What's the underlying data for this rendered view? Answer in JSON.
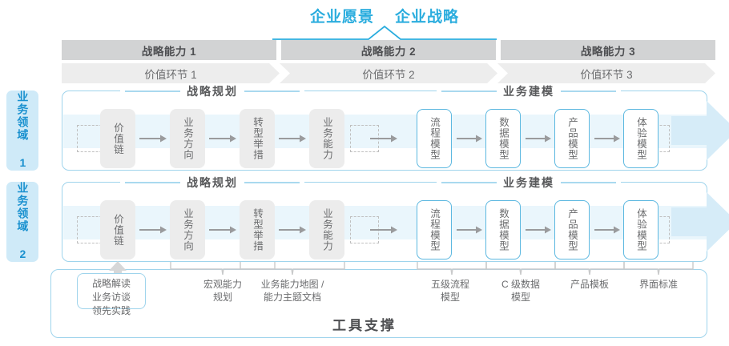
{
  "header": {
    "titles": [
      "企业愿景",
      "企业战略"
    ],
    "accent_color": "#2badde"
  },
  "capabilities": [
    {
      "label": "战略能力 1"
    },
    {
      "label": "战略能力 2"
    },
    {
      "label": "战略能力 3"
    }
  ],
  "value_segments": [
    {
      "label": "价值环节 1"
    },
    {
      "label": "价值环节 2"
    },
    {
      "label": "价值环节 3"
    }
  ],
  "domains": [
    {
      "label": "业务领域 1"
    },
    {
      "label": "业务领域 2"
    }
  ],
  "sections": [
    {
      "label": "战略规划"
    },
    {
      "label": "业务建模"
    }
  ],
  "nodes": {
    "planning": [
      "价值链",
      "业务方向",
      "转型举措",
      "业务能力"
    ],
    "modeling": [
      "流程模型",
      "数据模型",
      "产品模型",
      "体验模型"
    ]
  },
  "tools": {
    "note": "战略解读\n业务访谈\n领先实践",
    "note_lines": [
      "战略解读",
      "业务访谈",
      "领先实践"
    ],
    "labels": [
      {
        "lines": [
          "宏观能力",
          "规划"
        ]
      },
      {
        "lines": [
          "业务能力地图 /",
          "能力主题文档"
        ]
      },
      {
        "lines": [
          "五级流程",
          "模型"
        ]
      },
      {
        "lines": [
          "C 级数据",
          "模型"
        ]
      },
      {
        "lines": [
          "产品模板"
        ]
      },
      {
        "lines": [
          "界面标准"
        ]
      }
    ],
    "title": "工具支撑"
  },
  "colors": {
    "accent_blue": "#2badde",
    "band_blue": "#eaf6fc",
    "border_blue": "#9fd4ec",
    "node_blue_border": "#5cb8e0",
    "cap_gray": "#d2d3d4",
    "val_gray": "#ededed",
    "node_gray": "#ececec",
    "text_gray": "#6b6c6e",
    "tab_bg": "#cfeaf8"
  }
}
